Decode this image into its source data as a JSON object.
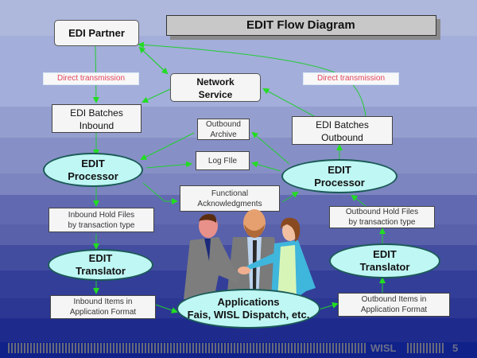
{
  "title": "EDIT Flow Diagram",
  "nodes": {
    "edi_partner": "EDI Partner",
    "network_service": "Network\nService",
    "edi_batches_inbound": "EDI Batches\nInbound",
    "edi_batches_outbound": "EDI Batches\nOutbound",
    "outbound_archive": "Outbound\nArchive",
    "log_file": "Log FIle",
    "functional_ack": "Functional\nAcknowledgments",
    "edit_processor_left": "EDIT\nProcessor",
    "edit_processor_right": "EDIT\nProcessor",
    "inbound_hold": "Inbound Hold Files\nby transaction type",
    "outbound_hold": "Outbound Hold Files\nby transaction type",
    "edit_translator_left": "EDIT\nTranslator",
    "edit_translator_right": "EDIT\nTranslator",
    "inbound_items": "Inbound Items in\nApplication Format",
    "outbound_items": "Outbound Items in\nApplication Format",
    "applications": "Applications\nFais, WISL Dispatch, etc."
  },
  "labels": {
    "direct_left": "Direct transmission",
    "direct_right": "Direct transmission"
  },
  "footer": {
    "org": "WISL",
    "page_number": "5"
  },
  "colors": {
    "arrow": "#22dd22",
    "ellipse_fill": "#bff7f4",
    "label_text": "#e0455e"
  }
}
